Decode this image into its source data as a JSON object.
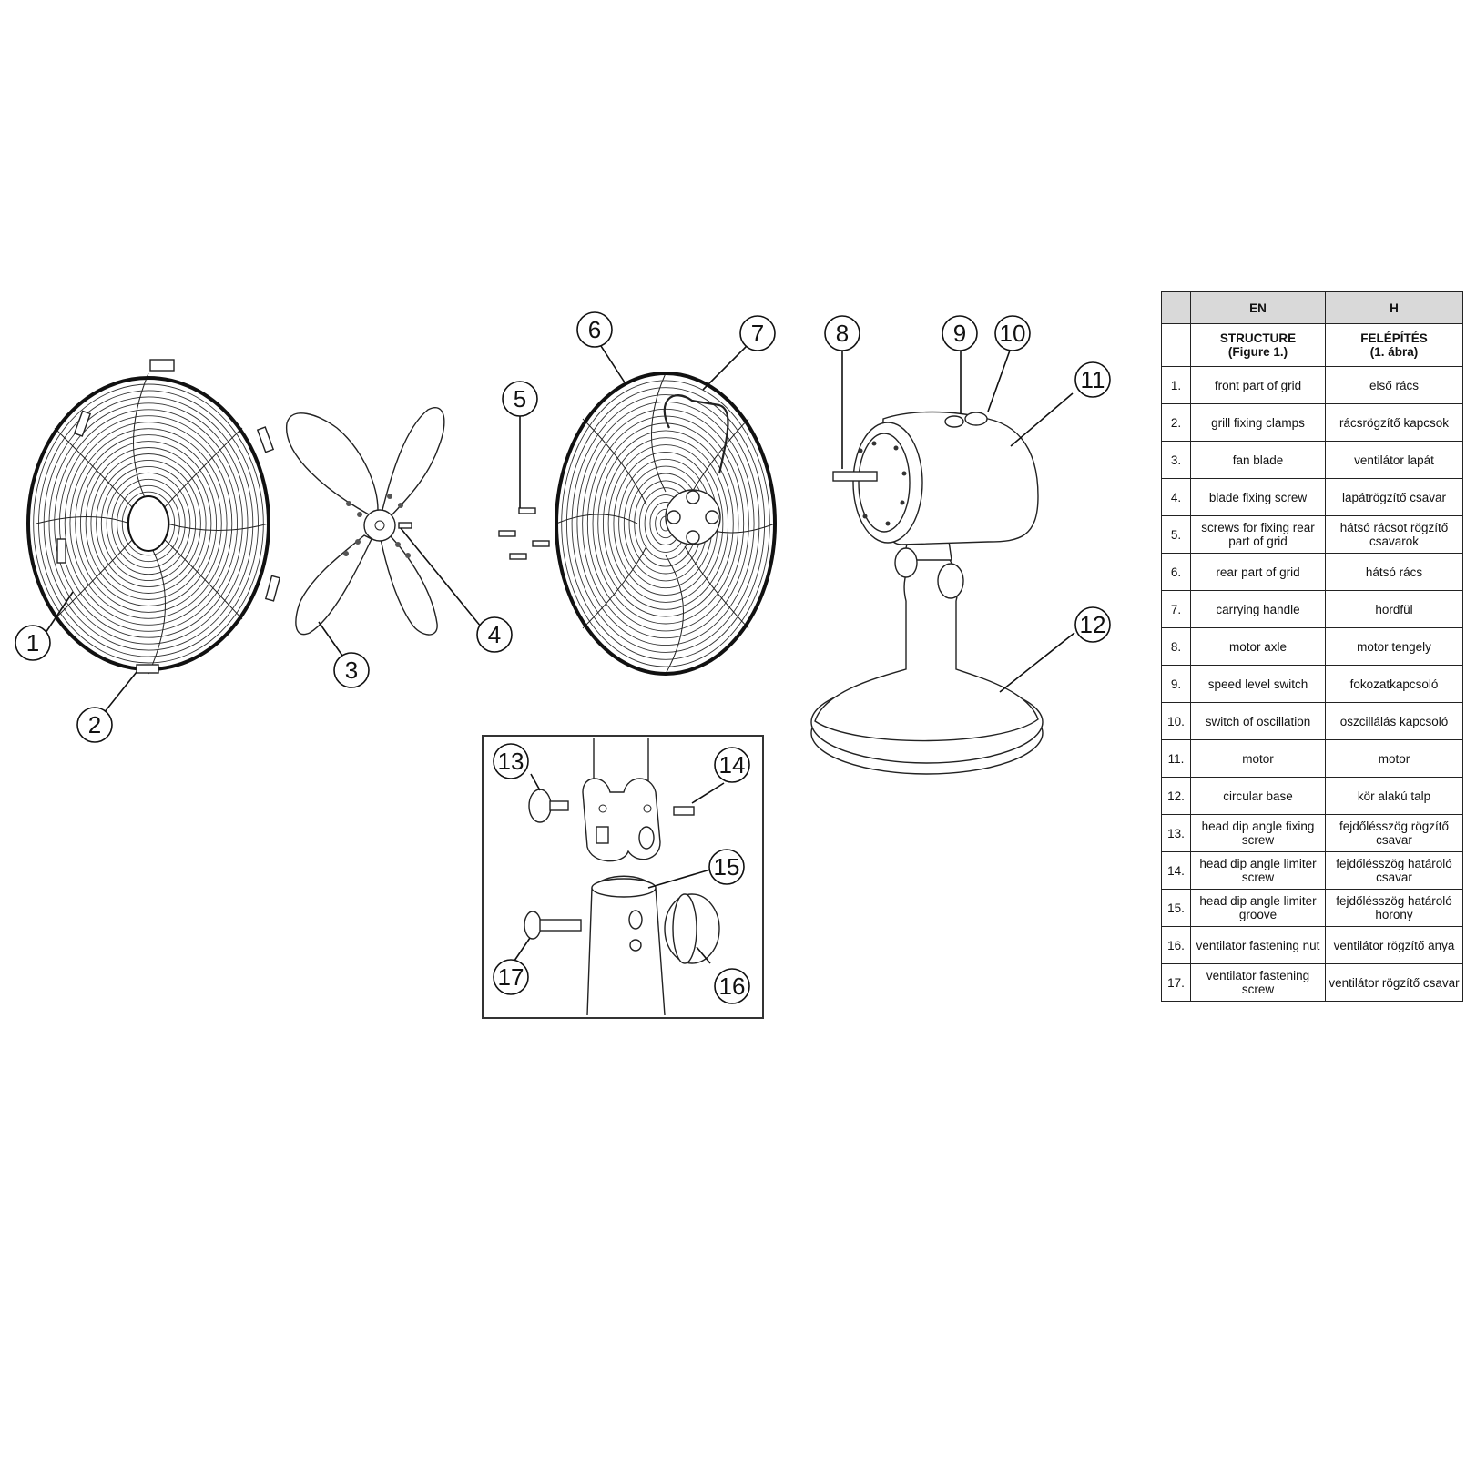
{
  "callouts": [
    "1",
    "2",
    "3",
    "4",
    "5",
    "6",
    "7",
    "8",
    "9",
    "10",
    "11",
    "12",
    "13",
    "14",
    "15",
    "16",
    "17"
  ],
  "table": {
    "headers": [
      "",
      "EN",
      "H"
    ],
    "subheader_en": [
      "STRUCTURE",
      "(Figure 1.)"
    ],
    "subheader_h": [
      "FELÉPÍTÉS",
      "(1. ábra)"
    ],
    "rows": [
      {
        "num": "1.",
        "en": "front part of grid",
        "h": "első rács"
      },
      {
        "num": "2.",
        "en": "grill fixing clamps",
        "h": "rácsrögzítő kapcsok"
      },
      {
        "num": "3.",
        "en": "fan blade",
        "h": "ventilátor lapát"
      },
      {
        "num": "4.",
        "en": "blade fixing screw",
        "h": "lapátrögzítő csavar"
      },
      {
        "num": "5.",
        "en": "screws for fixing rear part of grid",
        "h": "hátsó rácsot rögzítő csavarok"
      },
      {
        "num": "6.",
        "en": "rear part of grid",
        "h": "hátsó rács"
      },
      {
        "num": "7.",
        "en": "carrying handle",
        "h": "hordfül"
      },
      {
        "num": "8.",
        "en": "motor axle",
        "h": "motor tengely"
      },
      {
        "num": "9.",
        "en": "speed level switch",
        "h": "fokozatkapcsoló"
      },
      {
        "num": "10.",
        "en": "switch of oscillation",
        "h": "oszcillálás kapcsoló"
      },
      {
        "num": "11.",
        "en": "motor",
        "h": "motor"
      },
      {
        "num": "12.",
        "en": "circular base",
        "h": "kör alakú talp"
      },
      {
        "num": "13.",
        "en": "head dip angle fixing screw",
        "h": "fejdőlésszög rögzítő csavar"
      },
      {
        "num": "14.",
        "en": "head dip angle limiter screw",
        "h": "fejdőlésszög határoló csavar"
      },
      {
        "num": "15.",
        "en": "head dip angle limiter groove",
        "h": "fejdőlésszög határoló horony"
      },
      {
        "num": "16.",
        "en": "ventilator fastening nut",
        "h": "ventilátor rögzítő anya"
      },
      {
        "num": "17.",
        "en": "ventilator fastening screw",
        "h": "ventilátor rögzítő csavar"
      }
    ]
  }
}
